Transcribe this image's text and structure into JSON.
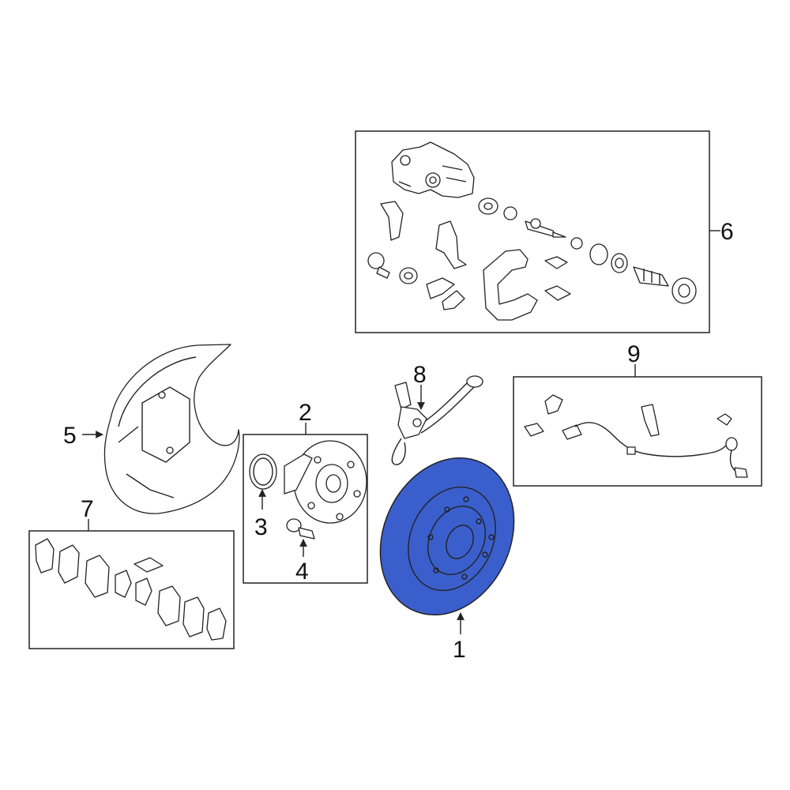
{
  "diagram": {
    "highlight_color": "#3a5fcd",
    "callouts": {
      "c1": "1",
      "c2": "2",
      "c3": "3",
      "c4": "4",
      "c5": "5",
      "c6": "6",
      "c7": "7",
      "c8": "8",
      "c9": "9"
    },
    "parts": [
      {
        "callout": "1",
        "icon": "brake-rotor-icon",
        "highlighted": true
      },
      {
        "callout": "2",
        "icon": "wheel-hub-icon",
        "highlighted": false
      },
      {
        "callout": "3",
        "icon": "snap-ring-icon",
        "highlighted": false
      },
      {
        "callout": "4",
        "icon": "hub-bolt-icon",
        "highlighted": false
      },
      {
        "callout": "5",
        "icon": "splash-shield-icon",
        "highlighted": false
      },
      {
        "callout": "6",
        "icon": "caliper-assembly-icon",
        "highlighted": false
      },
      {
        "callout": "7",
        "icon": "brake-pads-icon",
        "highlighted": false
      },
      {
        "callout": "8",
        "icon": "brake-hose-icon",
        "highlighted": false
      },
      {
        "callout": "9",
        "icon": "abs-sensor-icon",
        "highlighted": false
      }
    ]
  }
}
